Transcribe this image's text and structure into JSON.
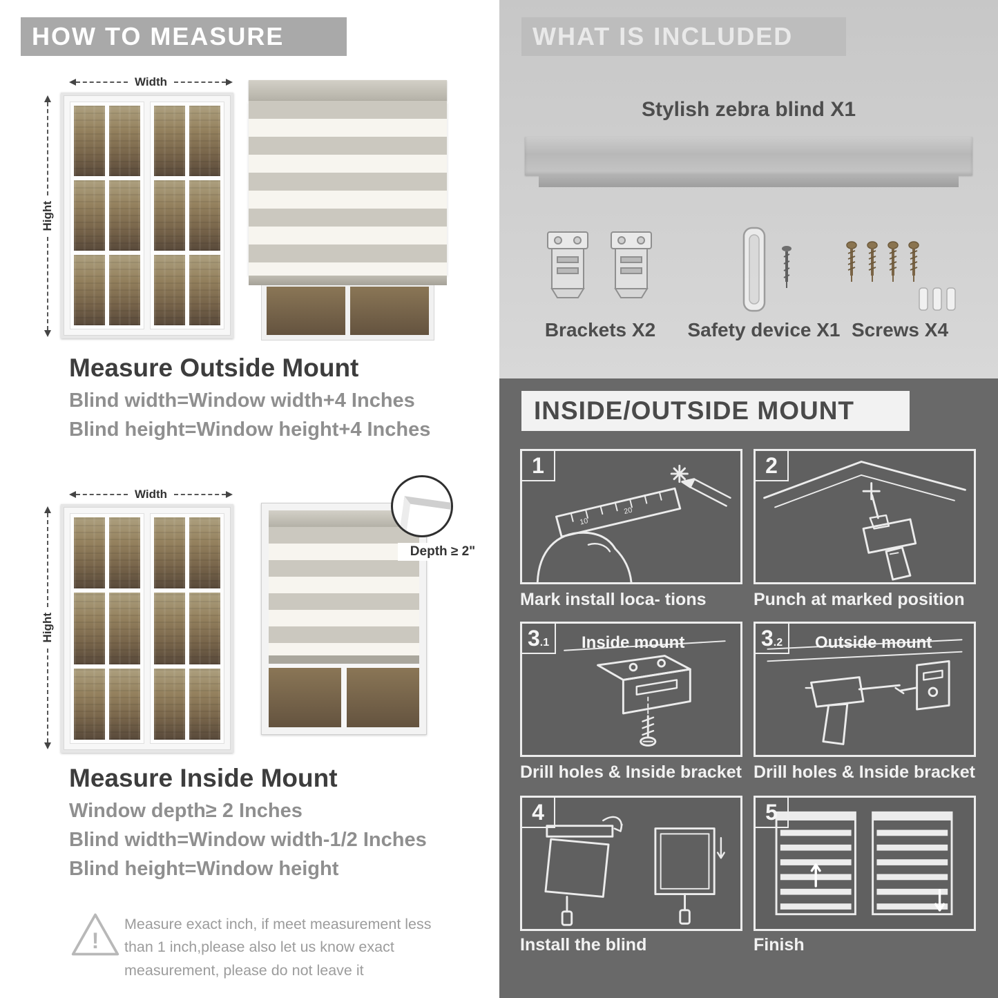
{
  "palette": {
    "banner_gray": "#a9a9a9",
    "included_bg": "#cdcdcd",
    "dark_bg": "#696969",
    "heading_dark": "#3d3d3d",
    "formula_gray": "#8f8f8f"
  },
  "left": {
    "banner": "HOW TO MEASURE",
    "labels": {
      "width": "Width",
      "height": "Hight",
      "depth": "Depth ≥ 2\""
    },
    "outside": {
      "title": "Measure Outside Mount",
      "lines": [
        "Blind width=Window width+4 Inches",
        "Blind height=Window height+4 Inches"
      ]
    },
    "inside": {
      "title": "Measure Inside Mount",
      "lines": [
        "Window depth≥ 2 Inches",
        "Blind width=Window width-1/2 Inches",
        "Blind height=Window height"
      ]
    },
    "warning": "Measure exact inch, if meet measurement less than 1 inch,please also let us know exact measurement, please do not leave it"
  },
  "right": {
    "included": {
      "banner": "WHAT IS INCLUDED",
      "blind_label": "Stylish zebra blind X1",
      "parts": [
        {
          "label": "Brackets X2"
        },
        {
          "label": "Safety device X1"
        },
        {
          "label": "Screws X4"
        }
      ]
    },
    "mount": {
      "banner": "INSIDE/OUTSIDE MOUNT",
      "steps": [
        {
          "num": "1",
          "caption": "Mark install loca- tions"
        },
        {
          "num": "2",
          "caption": "Punch at  marked position"
        },
        {
          "num": "3",
          "sub": ".1",
          "title": "Inside mount",
          "caption": "Drill holes &  Inside bracket"
        },
        {
          "num": "3",
          "sub": ".2",
          "title": "Outside mount",
          "caption": "Drill holes &  Inside bracket"
        },
        {
          "num": "4",
          "caption": "Install the blind"
        },
        {
          "num": "5",
          "caption": "Finish"
        }
      ]
    }
  }
}
